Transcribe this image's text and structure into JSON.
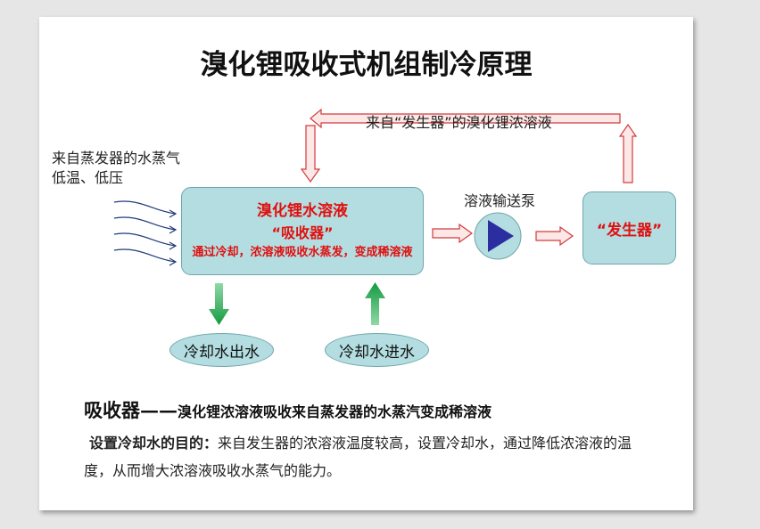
{
  "title": "溴化锂吸收式机组制冷原理",
  "top_flow_label": "来自“发生器”的溴化锂浓溶液",
  "steam_label": {
    "line1": "来自蒸发器的水蒸气",
    "line2": "低温、低压"
  },
  "absorber": {
    "line1": "溴化锂水溶液",
    "line2": "“吸收器”",
    "line3": "通过冷却，浓溶液吸收水蒸发，变成稀溶液"
  },
  "pump_label": "溶液输送泵",
  "generator_label": "“发生器”",
  "cooling_out": "冷却水出水",
  "cooling_in": "冷却水进水",
  "summary": {
    "heading_big": "吸收器——",
    "heading_rest": "溴化锂浓溶液吸收来自蒸发器的水蒸汽变成稀溶液",
    "para_bold": "设置冷却水的目的：",
    "para_text": "来自发生器的浓溶液温度较高，设置冷却水，通过降低浓溶液的温度，从而增大浓溶液吸收水蒸气的能力。"
  },
  "colors": {
    "box_fill": "#b3dde0",
    "accent_red": "#e01010",
    "arrow_outline": "#d23a3a",
    "pump_triangle": "#2b2e9e",
    "green_arrow": "#1e9a4a"
  }
}
